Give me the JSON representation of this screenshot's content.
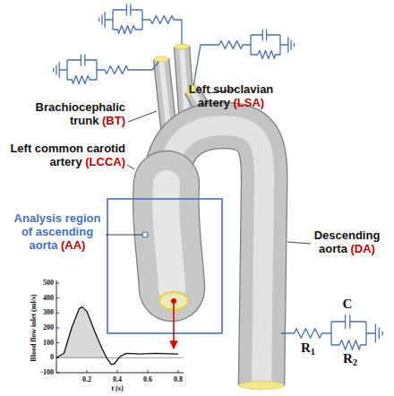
{
  "diagram": {
    "labels": [
      "Left subclavian artery (LSA)",
      "Brachiocephalic trunk (BT)",
      "Left common carotid artery (LCCA)",
      "Analysis region of ascending aorta (AA)",
      "Descending aorta (DA)",
      "C",
      "R1",
      "R2",
      "500",
      "400",
      "300",
      "200",
      "100",
      "0",
      "-100",
      "0.2",
      "0.4",
      "0.6",
      "0.8",
      "t (s)",
      "Blood flow inlet (ml/s)"
    ]
  }
}
